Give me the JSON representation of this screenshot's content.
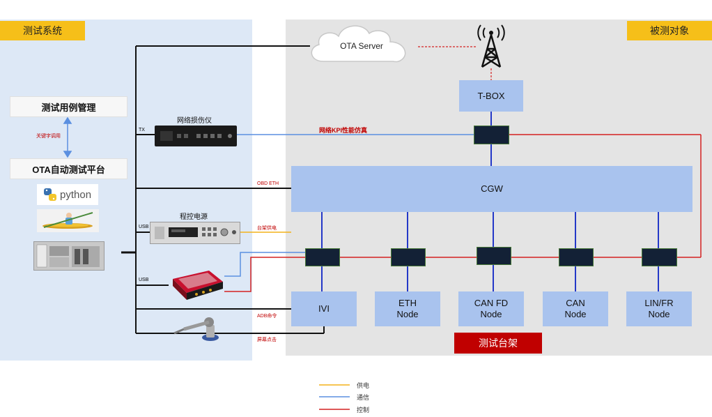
{
  "test_system": {
    "title": "测试系统"
  },
  "dut": {
    "title": "被测对象"
  },
  "left": {
    "case_mgmt": "测试用例管理",
    "keyword_call": "关键字调用",
    "ota_platform": "OTA自动测试平台",
    "python_logo": "python"
  },
  "devices": {
    "net_impair": "网络损伤仪",
    "power_supply": "程控电源"
  },
  "ports": {
    "tx": "TX",
    "usb1": "USB",
    "usb2": "USB"
  },
  "links": {
    "kpi": "网络KPI性能仿真",
    "obd_eth": "OBD ETH",
    "rack_power": "台架供电",
    "adb": "ADB命令",
    "screen_tap": "屏幕点击"
  },
  "cloud": {
    "label": "OTA Server"
  },
  "nodes": {
    "tbox": "T-BOX",
    "cgw": "CGW",
    "ivi": "IVI",
    "eth": [
      "ETH",
      "Node"
    ],
    "canfd": [
      "CAN FD",
      "Node"
    ],
    "can": [
      "CAN",
      "Node"
    ],
    "linfr": [
      "LIN/FR",
      "Node"
    ]
  },
  "bench": {
    "label": "测试台架"
  },
  "legend": [
    {
      "label": "供电",
      "color": "#f3b21a"
    },
    {
      "label": "通信",
      "color": "#5b8fe0"
    },
    {
      "label": "控制",
      "color": "#d42020"
    }
  ]
}
